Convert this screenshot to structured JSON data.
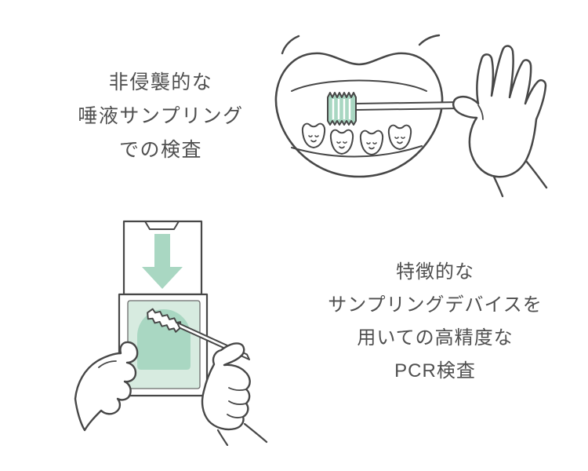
{
  "top_caption": {
    "lines": [
      "非侵襲的な",
      "唾液サンプリング",
      "での検査"
    ]
  },
  "bottom_caption": {
    "lines": [
      "特徴的な",
      "サンプリングデバイスを",
      "用いての高精度な",
      "PCR検査"
    ]
  },
  "illustrations": {
    "mouth": {
      "icon": "mouth-swab-illustration",
      "elements": [
        "open-mouth",
        "lower-teeth-with-smiling-faces",
        "green-brush-swab",
        "hand-holding-swab-stick",
        "emphasis-marks"
      ]
    },
    "device": {
      "icon": "device-insert-illustration",
      "elements": [
        "opened-card-pouch",
        "down-arrow",
        "sample-pad",
        "zigzag-swab-head",
        "left-hand-holding-card",
        "right-hand-holding-stick"
      ]
    }
  },
  "colors": {
    "background": "#ffffff",
    "text": "#4f4f4f",
    "line": "#474747",
    "mint": "#a9d7c2",
    "mint_light": "#d7ebe0"
  }
}
